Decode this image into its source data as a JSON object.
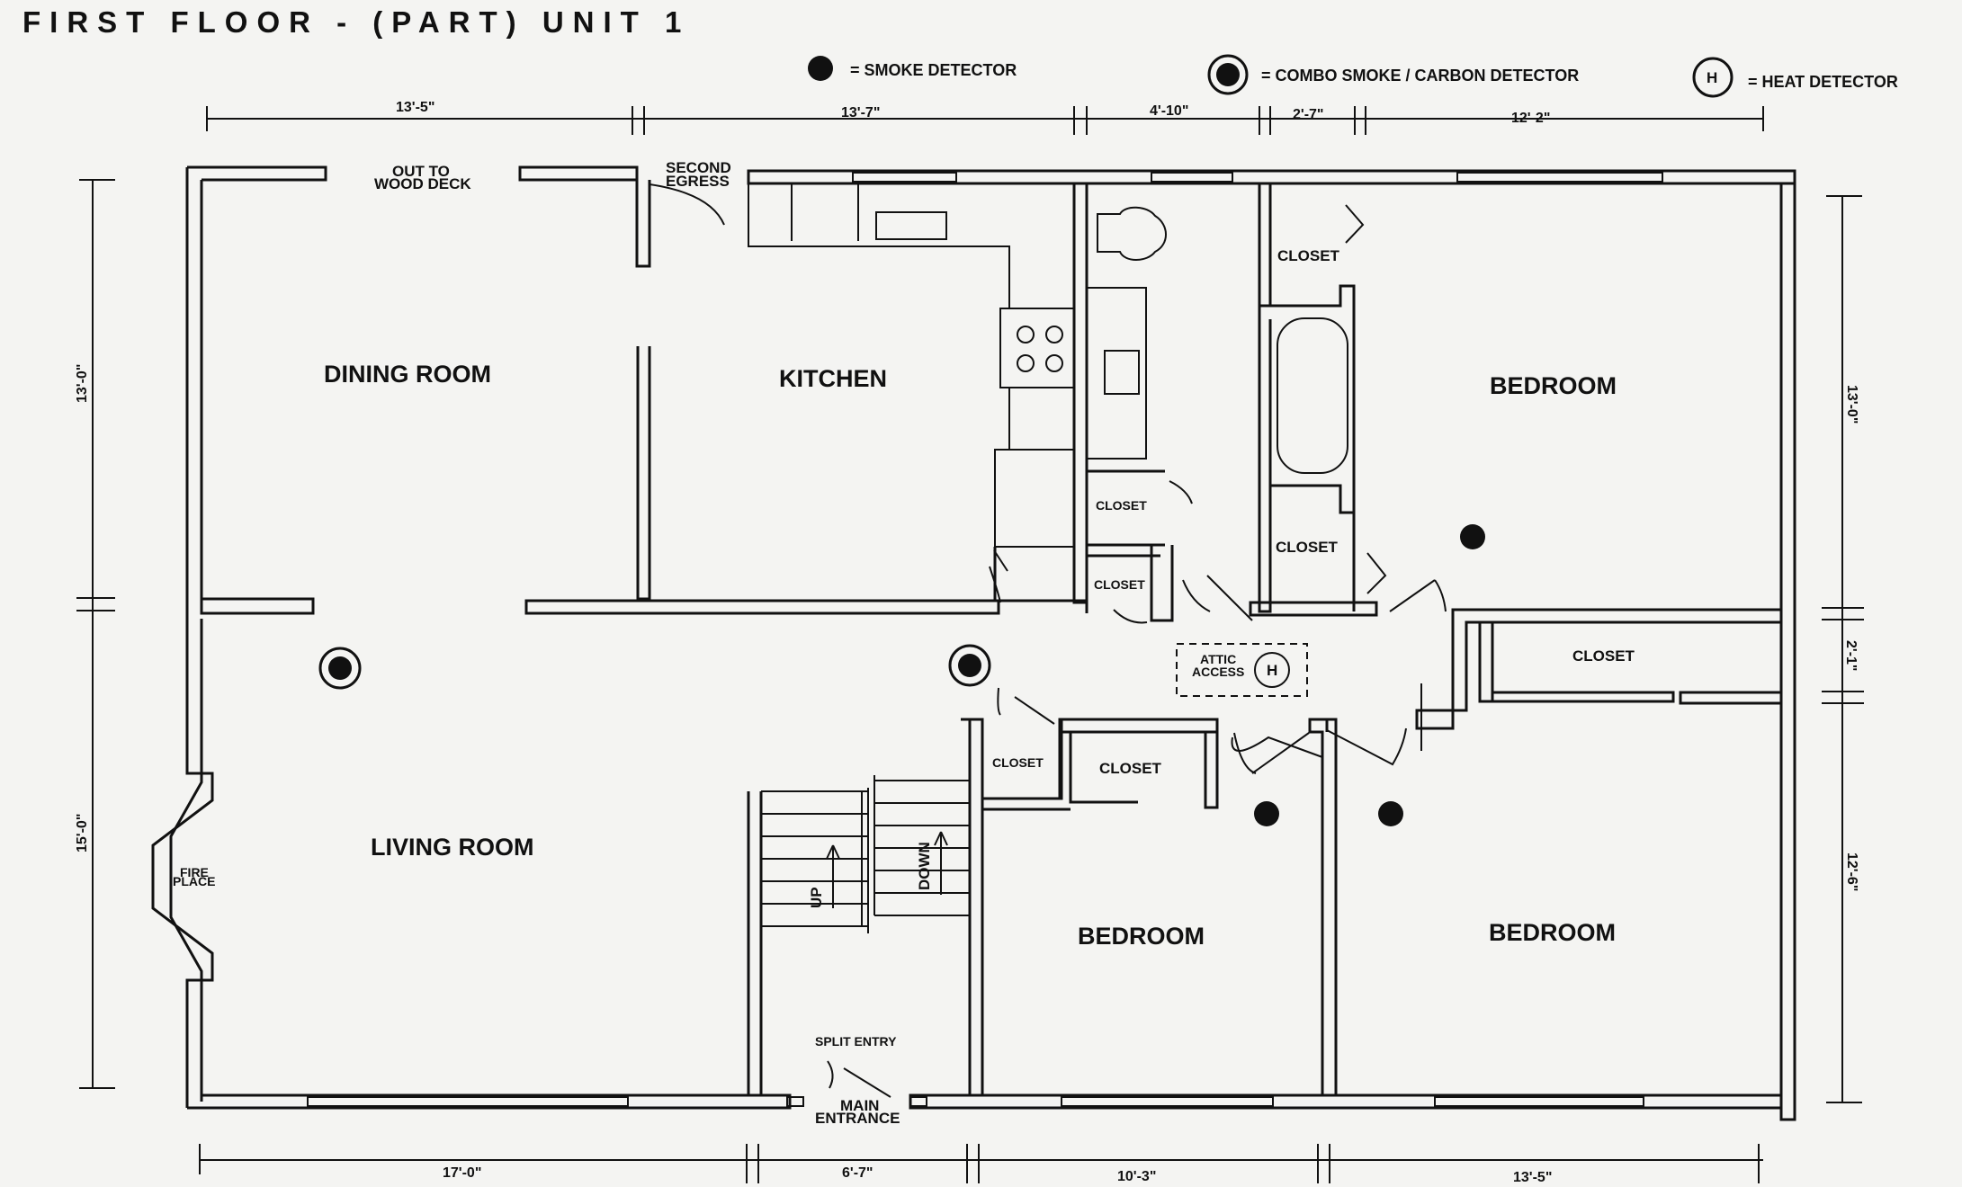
{
  "title": "FIRST  FLOOR  -  (PART) UNIT 1",
  "legend": {
    "smoke": "= SMOKE  DETECTOR",
    "combo": "= COMBO SMOKE / CARBON DETECTOR",
    "heat": "= HEAT  DETECTOR",
    "heat_symbol": "H"
  },
  "rooms": {
    "dining": "DINING ROOM",
    "kitchen": "KITCHEN",
    "living": "LIVING ROOM",
    "bedroom_ne": "BEDROOM",
    "bedroom_s": "BEDROOM",
    "bedroom_se": "BEDROOM",
    "closet_a": "CLOSET",
    "closet_b": "CLOSET",
    "closet_c": "CLOSET",
    "closet_d": "CLOSET",
    "closet_e": "CLOSET",
    "closet_f": "CLOSET",
    "closet_g": "CLOSET"
  },
  "labels": {
    "out_to_1": "OUT TO",
    "out_to_2": "WOOD DECK",
    "egress_1": "SECOND",
    "egress_2": "EGRESS",
    "fire_1": "FIRE",
    "fire_2": "PLACE",
    "attic_1": "ATTIC",
    "attic_2": "ACCESS",
    "attic_h": "H",
    "up": "UP",
    "down": "DOWN",
    "split": "SPLIT ENTRY",
    "main_1": "MAIN",
    "main_2": "ENTRANCE"
  },
  "dimensions": {
    "top": [
      "13'-5\"",
      "13'-7\"",
      "4'-10\"",
      "2'-7\"",
      "12'-2\""
    ],
    "bottom": [
      "17'-0\"",
      "6'-7\"",
      "10'-3\"",
      "13'-5\""
    ],
    "left": [
      "13'-0\"",
      "15'-0\""
    ],
    "right": [
      "13'-0\"",
      "2'-1\"",
      "12'-6\""
    ]
  }
}
